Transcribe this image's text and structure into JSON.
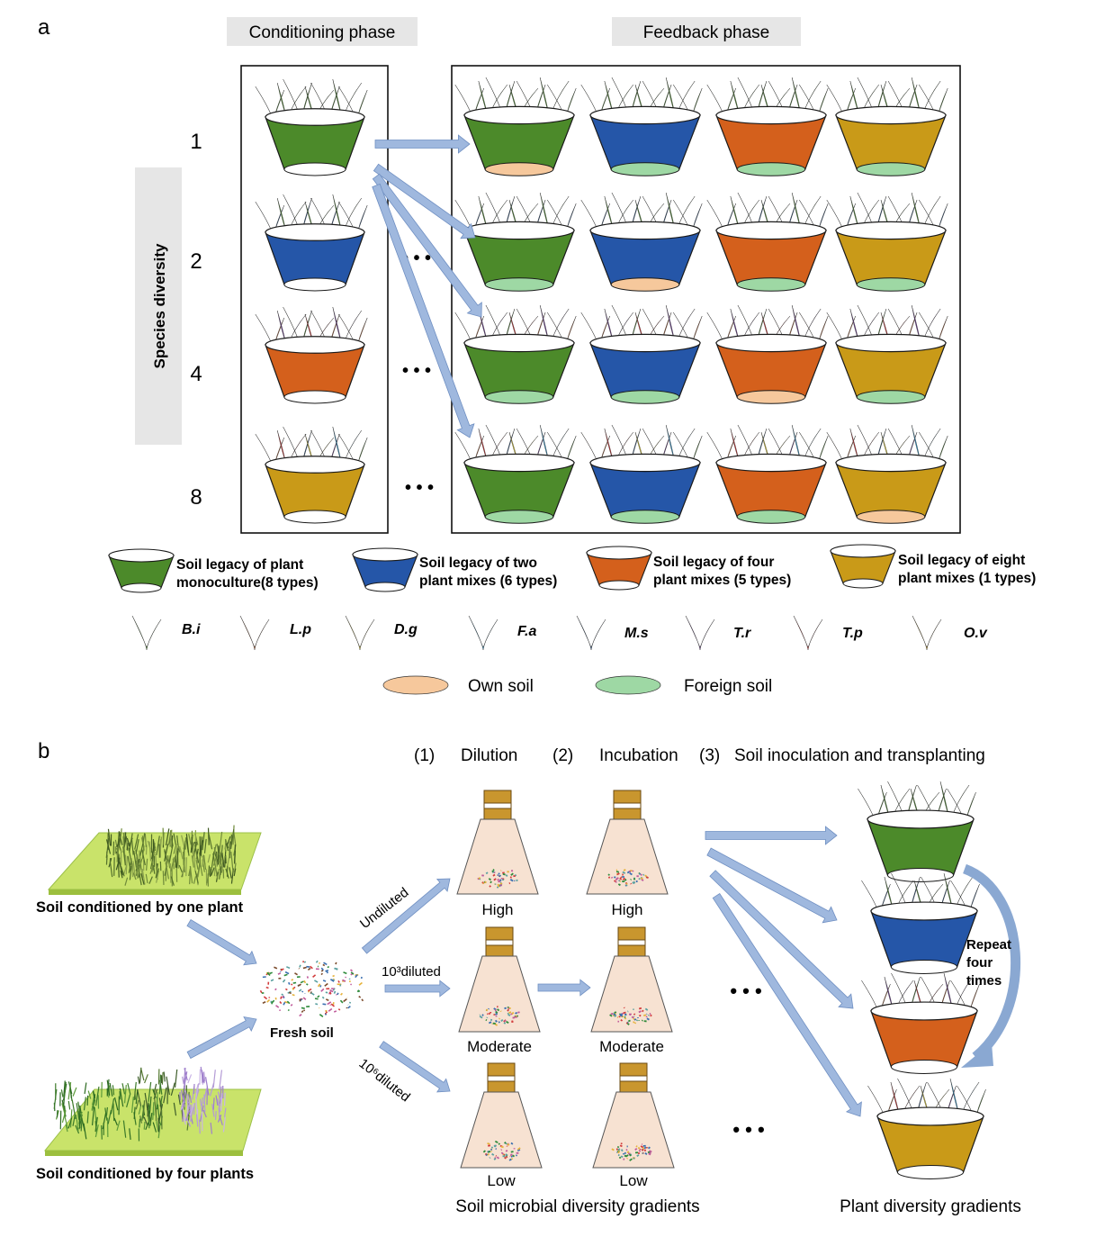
{
  "panel_a": {
    "label": "a",
    "conditioning_header": "Conditioning phase",
    "feedback_header": "Feedback phase",
    "axis_label": "Species diversity",
    "levels": [
      "1",
      "2",
      "4",
      "8"
    ],
    "ellipsis": "• • •",
    "legend_pots": [
      {
        "line1": "Soil legacy of plant",
        "line2": "monoculture(8 types)",
        "color": "#4c8a2a"
      },
      {
        "line1": "Soil legacy of two",
        "line2": "plant mixes (6 types)",
        "color": "#2556a8"
      },
      {
        "line1": "Soil legacy of four",
        "line2": "plant mixes (5 types)",
        "color": "#d4601c"
      },
      {
        "line1": "Soil legacy of eight",
        "line2": "plant mixes (1 types)",
        "color": "#c99a18"
      }
    ],
    "species": [
      {
        "name": "B.i",
        "color": "#4a8a2a"
      },
      {
        "name": "L.p",
        "color": "#c8622a"
      },
      {
        "name": "D.g",
        "color": "#ecd829"
      },
      {
        "name": "F.a",
        "color": "#2e9ed8"
      },
      {
        "name": "M.s",
        "color": "#25558f"
      },
      {
        "name": "T.r",
        "color": "#6d3796"
      },
      {
        "name": "T.p",
        "color": "#dd2a2a"
      },
      {
        "name": "O.v",
        "color": "#c99a18"
      }
    ],
    "soil_legend": [
      {
        "label": "Own  soil",
        "color": "#f6c89c"
      },
      {
        "label": "Foreign  soil",
        "color": "#9ed8a4"
      }
    ]
  },
  "panel_b": {
    "label": "b",
    "step1": "(1)",
    "step1_label": "Dilution",
    "step2": "(2)",
    "step2_label": "Incubation",
    "step3": "(3)",
    "step3_label": "Soil inoculation and transplanting",
    "soil_one": "Soil conditioned by one plant",
    "soil_four": "Soil conditioned by four plants",
    "fresh_soil": "Fresh soil",
    "dilution_labels": [
      "Undiluted",
      "10³diluted",
      "10⁶diluted"
    ],
    "gradient_levels": [
      "High",
      "Moderate",
      "Low"
    ],
    "repeat_text": [
      "Repeat",
      "four",
      "times"
    ],
    "ellipsis": "• • •",
    "microbial_caption": "Soil microbial diversity gradients",
    "plant_caption": "Plant diversity gradients"
  }
}
